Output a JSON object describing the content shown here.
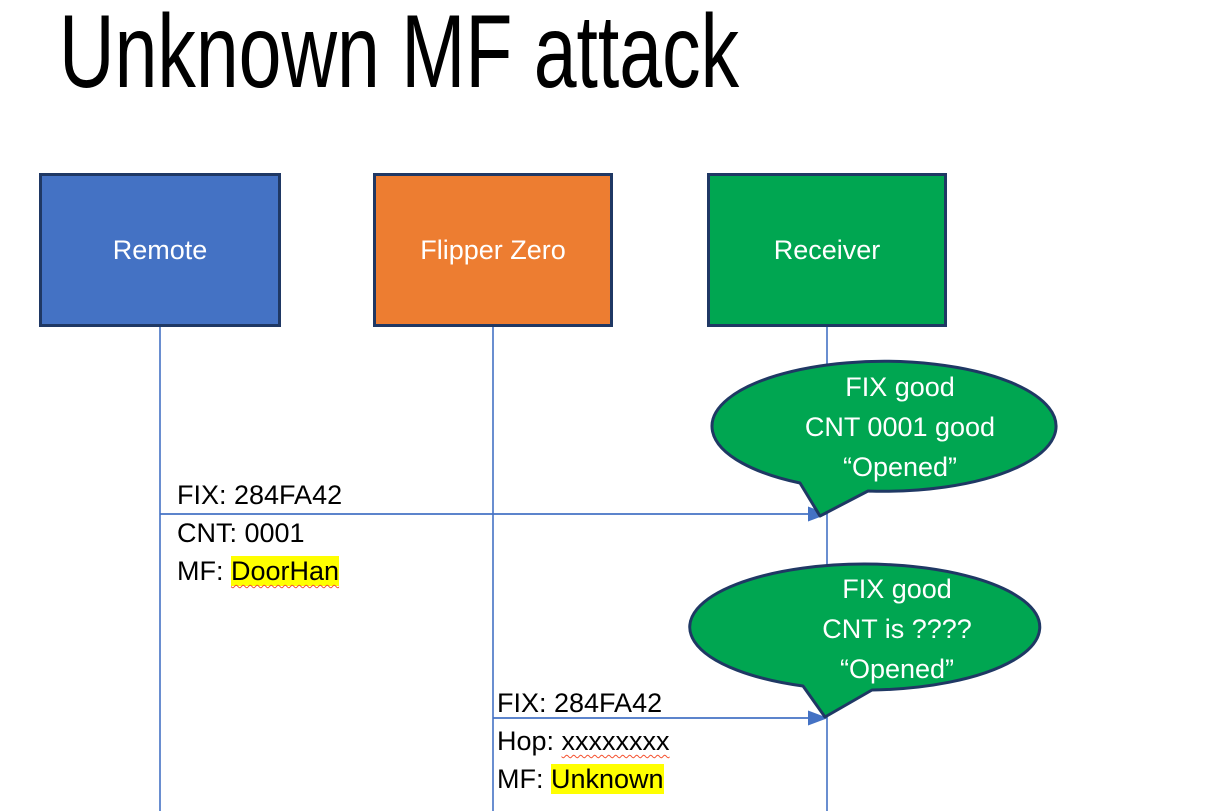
{
  "slide": {
    "title": "Unknown MF attack"
  },
  "actors": [
    {
      "id": "remote",
      "label": "Remote"
    },
    {
      "id": "flipper-zero",
      "label": "Flipper Zero"
    },
    {
      "id": "receiver",
      "label": "Receiver"
    }
  ],
  "messages": [
    {
      "from": "Remote",
      "to": "Receiver",
      "line1": "FIX: 284FA42",
      "line2": "CNT: 0001",
      "line3_prefix": "MF: ",
      "line3_value": "DoorHan"
    },
    {
      "from": "Flipper Zero",
      "to": "Receiver",
      "line1": "FIX: 284FA42",
      "line2_prefix": "Hop: ",
      "line2_value": "xxxxxxxx",
      "line3_prefix": "MF: ",
      "line3_value": "Unknown"
    }
  ],
  "callouts": [
    {
      "lines": [
        "FIX good",
        "CNT 0001 good",
        "“Opened”"
      ]
    },
    {
      "lines": [
        "FIX good",
        "CNT is ????",
        "“Opened”"
      ]
    }
  ],
  "colors": {
    "actor_remote": "#4472C4",
    "actor_flipper_zero": "#ED7D31",
    "actor_receiver": "#00A651",
    "callout_fill": "#00A651",
    "outline_dark": "#1F3864",
    "connector_blue": "#4472C4",
    "highlight_yellow": "#FFFF00",
    "spellcheck_red": "#F4502E",
    "title_text": "#000000",
    "label_text": "#000000",
    "box_text": "#FFFFFF"
  }
}
